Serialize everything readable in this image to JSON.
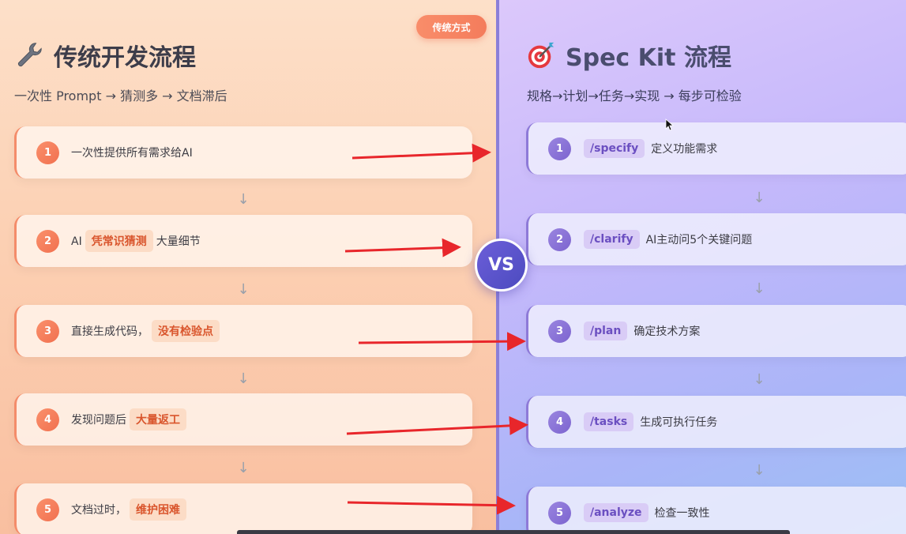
{
  "left": {
    "tag": "传统方式",
    "title_icon": "wrench-icon",
    "title": "传统开发流程",
    "subtitle": "一次性 Prompt → 猜测多 → 文档滞后",
    "steps": [
      {
        "num": "1",
        "pre": "一次性提供所有需求给AI",
        "hl": "",
        "post": ""
      },
      {
        "num": "2",
        "pre": "AI",
        "hl": "凭常识猜测",
        "post": "大量细节"
      },
      {
        "num": "3",
        "pre": "直接生成代码，",
        "hl": "没有检验点",
        "post": ""
      },
      {
        "num": "4",
        "pre": "发现问题后",
        "hl": "大量返工",
        "post": ""
      },
      {
        "num": "5",
        "pre": "文档过时，",
        "hl": "维护困难",
        "post": ""
      }
    ]
  },
  "right": {
    "title_icon": "target-dart-icon",
    "title": "Spec Kit 流程",
    "subtitle": "规格→计划→任务→实现 → 每步可检验",
    "steps": [
      {
        "num": "1",
        "cmd": "/specify",
        "desc": "定义功能需求"
      },
      {
        "num": "2",
        "cmd": "/clarify",
        "desc": "AI主动问5个关键问题"
      },
      {
        "num": "3",
        "cmd": "/plan",
        "desc": "确定技术方案"
      },
      {
        "num": "4",
        "cmd": "/tasks",
        "desc": "生成可执行任务"
      },
      {
        "num": "5",
        "cmd": "/analyze",
        "desc": "检查一致性"
      }
    ]
  },
  "vs": "VS",
  "arrow_glyph": "↓",
  "colors": {
    "annotation_arrow": "#e8262b",
    "left_accent": "#f47c5c",
    "right_accent": "#7c64cf"
  }
}
